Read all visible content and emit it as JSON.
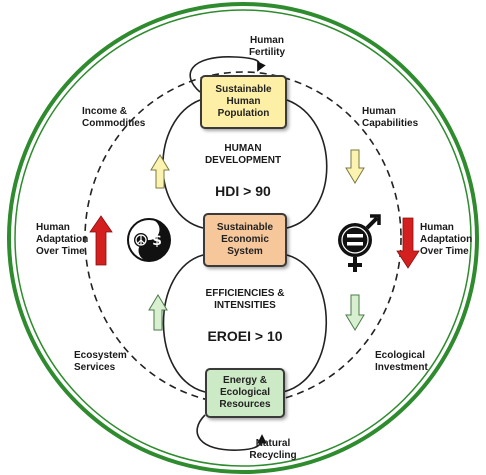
{
  "nodes": {
    "population": {
      "label": "Sustainable\nHuman\nPopulation",
      "fill": "#fdf0a6"
    },
    "economy": {
      "label": "Sustainable\nEconomic\nSystem",
      "fill": "#f6c79b"
    },
    "resources": {
      "label": "Energy &\nEcological\nResources",
      "fill": "#cdeac6"
    }
  },
  "labels": {
    "human_fertility": "Human\nFertility",
    "income_commodities": "Income &\nCommodities",
    "human_capabilities": "Human\nCapabilities",
    "human_development": "HUMAN\nDEVELOPMENT",
    "hdi": "HDI > 90",
    "adaptation_left": "Human\nAdaptation\nOver Time",
    "adaptation_right": "Human\nAdaptation\nOver Time",
    "efficiencies": "EFFICIENCIES &\nINTENSITIES",
    "eroei": "EROEI > 10",
    "ecosystem_services": "Ecosystem\nServices",
    "ecological_investment": "Ecological\nInvestment",
    "natural_recycling": "Natural\nRecycling"
  },
  "icons": {
    "left": "peace-dollar-icon",
    "right": "equality-gender-icon"
  },
  "colors": {
    "outer_ring": "#2e8b2e",
    "up_arrow_yellow": "#fdf3b0",
    "down_arrow_yellow": "#fdf3b0",
    "up_arrow_green": "#d9f0d0",
    "down_arrow_green": "#d9f0d0",
    "red_arrow": "#d41f1f"
  }
}
